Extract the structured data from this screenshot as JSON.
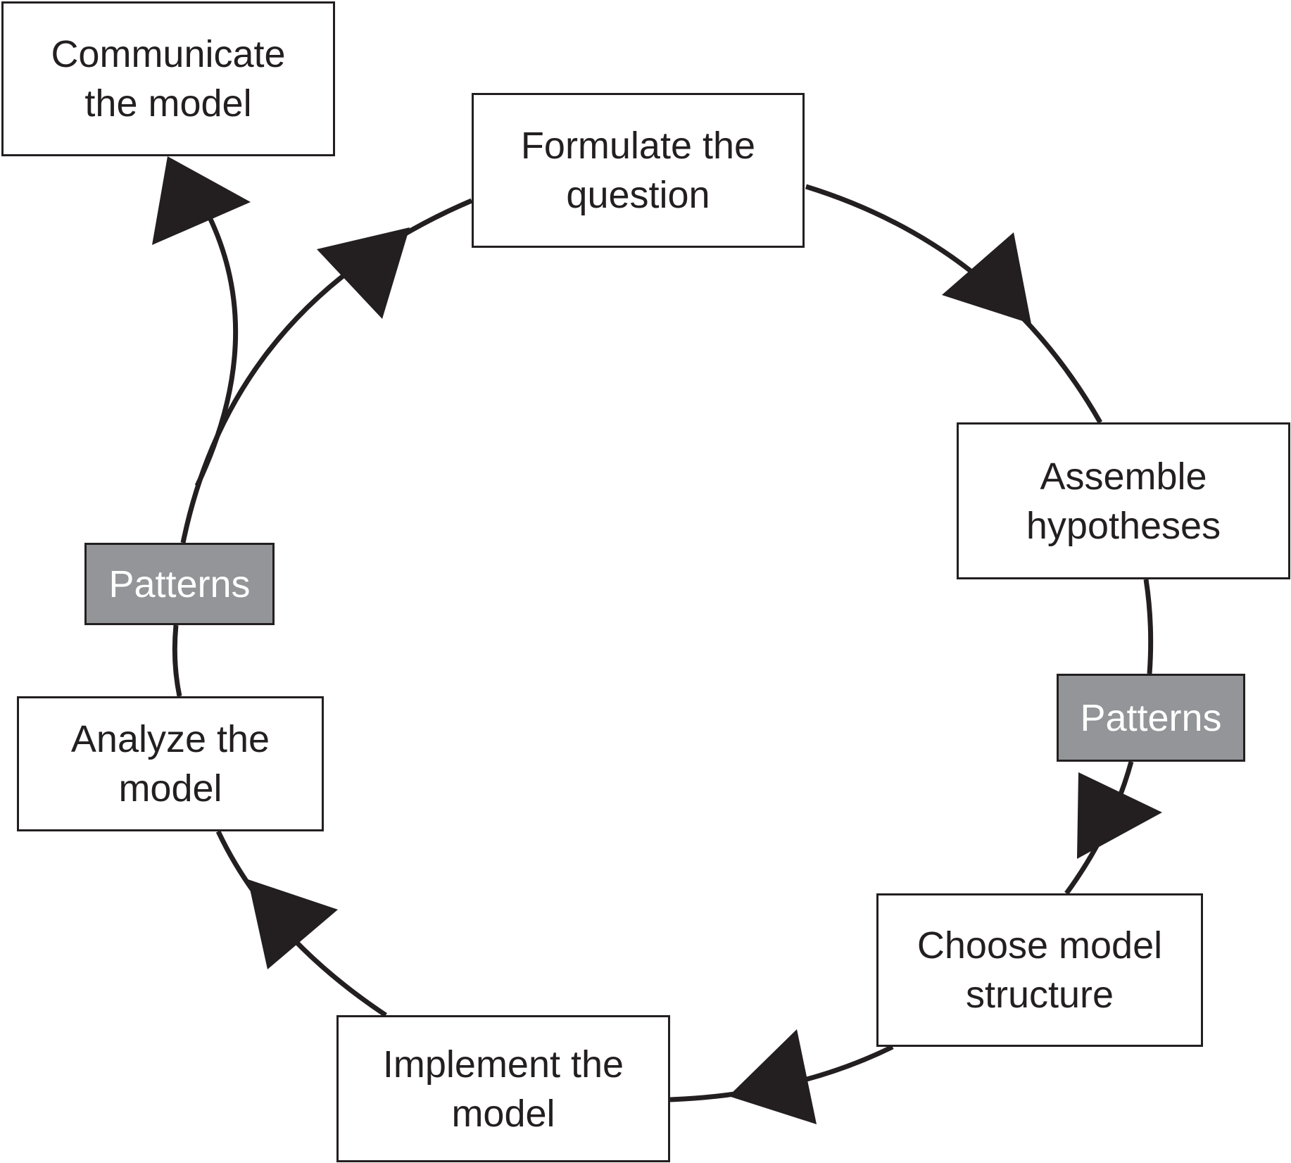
{
  "diagram": {
    "type": "cycle",
    "nodes": {
      "communicate": {
        "line1": "Communicate",
        "line2": "the model"
      },
      "formulate": {
        "line1": "Formulate the",
        "line2": "question"
      },
      "assemble": {
        "line1": "Assemble",
        "line2": "hypotheses"
      },
      "choose": {
        "line1": "Choose model",
        "line2": "structure"
      },
      "implement": {
        "line1": "Implement the",
        "line2": "model"
      },
      "analyze": {
        "line1": "Analyze the",
        "line2": "model"
      }
    },
    "patterns_left": "Patterns",
    "patterns_right": "Patterns",
    "flow": [
      "Formulate the question -> Assemble hypotheses",
      "Assemble hypotheses -> Choose model structure",
      "Choose model structure -> Implement the model",
      "Implement the model -> Analyze the model",
      "Analyze the model -> Formulate the question",
      "Analyze the model -> Communicate the model"
    ]
  },
  "colors": {
    "line": "#231f20",
    "box_fill": "#ffffff",
    "pattern_fill": "#939598",
    "pattern_text": "#ffffff"
  }
}
